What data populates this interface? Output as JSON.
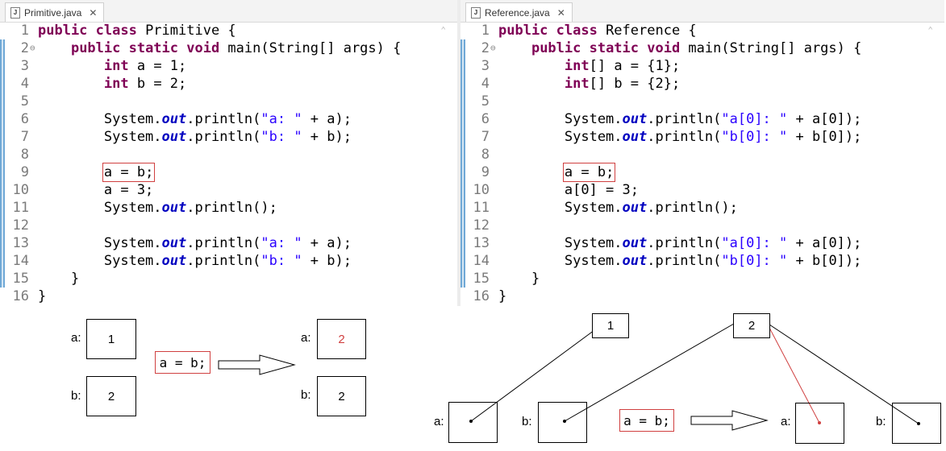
{
  "editors": {
    "left": {
      "tab_title": "Primitive.java",
      "tab_icon": "J",
      "lines": [
        {
          "n": "1",
          "fold": "",
          "segs": [
            {
              "t": "public class",
              "c": "kw"
            },
            {
              "t": " Primitive {"
            }
          ]
        },
        {
          "n": "2",
          "fold": "⊖",
          "segs": [
            {
              "t": "    "
            },
            {
              "t": "public static void",
              "c": "kw"
            },
            {
              "t": " main(String[] args) {"
            }
          ]
        },
        {
          "n": "3",
          "fold": "",
          "segs": [
            {
              "t": "        "
            },
            {
              "t": "int",
              "c": "kw"
            },
            {
              "t": " a = 1;"
            }
          ]
        },
        {
          "n": "4",
          "fold": "",
          "segs": [
            {
              "t": "        "
            },
            {
              "t": "int",
              "c": "kw"
            },
            {
              "t": " b = 2;"
            }
          ]
        },
        {
          "n": "5",
          "fold": "",
          "segs": []
        },
        {
          "n": "6",
          "fold": "",
          "segs": [
            {
              "t": "        System."
            },
            {
              "t": "out",
              "c": "fld"
            },
            {
              "t": ".println("
            },
            {
              "t": "\"a: \"",
              "c": "str"
            },
            {
              "t": " + a);"
            }
          ]
        },
        {
          "n": "7",
          "fold": "",
          "segs": [
            {
              "t": "        System."
            },
            {
              "t": "out",
              "c": "fld"
            },
            {
              "t": ".println("
            },
            {
              "t": "\"b: \"",
              "c": "str"
            },
            {
              "t": " + b);"
            }
          ]
        },
        {
          "n": "8",
          "fold": "",
          "segs": []
        },
        {
          "n": "9",
          "fold": "",
          "segs": [
            {
              "t": "        "
            },
            {
              "t": "a = b;",
              "c": "redbox"
            }
          ]
        },
        {
          "n": "10",
          "fold": "",
          "segs": [
            {
              "t": "        a = 3;"
            }
          ]
        },
        {
          "n": "11",
          "fold": "",
          "segs": [
            {
              "t": "        System."
            },
            {
              "t": "out",
              "c": "fld"
            },
            {
              "t": ".println();"
            }
          ]
        },
        {
          "n": "12",
          "fold": "",
          "segs": []
        },
        {
          "n": "13",
          "fold": "",
          "segs": [
            {
              "t": "        System."
            },
            {
              "t": "out",
              "c": "fld"
            },
            {
              "t": ".println("
            },
            {
              "t": "\"a: \"",
              "c": "str"
            },
            {
              "t": " + a);"
            }
          ]
        },
        {
          "n": "14",
          "fold": "",
          "segs": [
            {
              "t": "        System."
            },
            {
              "t": "out",
              "c": "fld"
            },
            {
              "t": ".println("
            },
            {
              "t": "\"b: \"",
              "c": "str"
            },
            {
              "t": " + b);"
            }
          ]
        },
        {
          "n": "15",
          "fold": "",
          "segs": [
            {
              "t": "    }"
            }
          ]
        },
        {
          "n": "16",
          "fold": "",
          "segs": [
            {
              "t": "}"
            }
          ]
        }
      ]
    },
    "right": {
      "tab_title": "Reference.java",
      "tab_icon": "J",
      "lines": [
        {
          "n": "1",
          "fold": "",
          "segs": [
            {
              "t": "public class",
              "c": "kw"
            },
            {
              "t": " Reference {"
            }
          ]
        },
        {
          "n": "2",
          "fold": "⊖",
          "segs": [
            {
              "t": "    "
            },
            {
              "t": "public static void",
              "c": "kw"
            },
            {
              "t": " main(String[] args) {"
            }
          ]
        },
        {
          "n": "3",
          "fold": "",
          "segs": [
            {
              "t": "        "
            },
            {
              "t": "int",
              "c": "kw"
            },
            {
              "t": "[] a = {1};"
            }
          ]
        },
        {
          "n": "4",
          "fold": "",
          "segs": [
            {
              "t": "        "
            },
            {
              "t": "int",
              "c": "kw"
            },
            {
              "t": "[] b = {2};"
            }
          ]
        },
        {
          "n": "5",
          "fold": "",
          "segs": []
        },
        {
          "n": "6",
          "fold": "",
          "segs": [
            {
              "t": "        System."
            },
            {
              "t": "out",
              "c": "fld"
            },
            {
              "t": ".println("
            },
            {
              "t": "\"a[0]: \"",
              "c": "str"
            },
            {
              "t": " + a[0]);"
            }
          ]
        },
        {
          "n": "7",
          "fold": "",
          "segs": [
            {
              "t": "        System."
            },
            {
              "t": "out",
              "c": "fld"
            },
            {
              "t": ".println("
            },
            {
              "t": "\"b[0]: \"",
              "c": "str"
            },
            {
              "t": " + b[0]);"
            }
          ]
        },
        {
          "n": "8",
          "fold": "",
          "segs": []
        },
        {
          "n": "9",
          "fold": "",
          "segs": [
            {
              "t": "        "
            },
            {
              "t": "a = b;",
              "c": "redbox"
            }
          ]
        },
        {
          "n": "10",
          "fold": "",
          "segs": [
            {
              "t": "        a[0] = 3;"
            }
          ]
        },
        {
          "n": "11",
          "fold": "",
          "segs": [
            {
              "t": "        System."
            },
            {
              "t": "out",
              "c": "fld"
            },
            {
              "t": ".println();"
            }
          ]
        },
        {
          "n": "12",
          "fold": "",
          "segs": []
        },
        {
          "n": "13",
          "fold": "",
          "segs": [
            {
              "t": "        System."
            },
            {
              "t": "out",
              "c": "fld"
            },
            {
              "t": ".println("
            },
            {
              "t": "\"a[0]: \"",
              "c": "str"
            },
            {
              "t": " + a[0]);"
            }
          ]
        },
        {
          "n": "14",
          "fold": "",
          "segs": [
            {
              "t": "        System."
            },
            {
              "t": "out",
              "c": "fld"
            },
            {
              "t": ".println("
            },
            {
              "t": "\"b[0]: \"",
              "c": "str"
            },
            {
              "t": " + b[0]);"
            }
          ]
        },
        {
          "n": "15",
          "fold": "",
          "segs": [
            {
              "t": "    }"
            }
          ]
        },
        {
          "n": "16",
          "fold": "",
          "segs": [
            {
              "t": "}"
            }
          ]
        }
      ]
    }
  },
  "diagram_primitive": {
    "before": {
      "a_label": "a:",
      "a_value": "1",
      "b_label": "b:",
      "b_value": "2"
    },
    "assignment": "a = b;",
    "after": {
      "a_label": "a:",
      "a_value": "2",
      "b_label": "b:",
      "b_value": "2"
    },
    "changed_color": "#d04040"
  },
  "diagram_reference": {
    "value_1": "1",
    "value_2": "2",
    "before": {
      "a_label": "a:",
      "b_label": "b:"
    },
    "assignment": "a = b;",
    "after": {
      "a_label": "a:",
      "b_label": "b:"
    },
    "changed_color": "#d04040"
  },
  "colors": {
    "keyword": "#7f0055",
    "field": "#0000c0",
    "string": "#2a00ff",
    "highlight_box": "#d04040",
    "gutter": "#6fa8d6"
  },
  "icons": {
    "tab_file": "java-file-icon",
    "tab_close": "close-icon",
    "fold": "fold-collapse-icon",
    "scroll": "scroll-up-icon",
    "arrow": "right-arrow-icon"
  }
}
